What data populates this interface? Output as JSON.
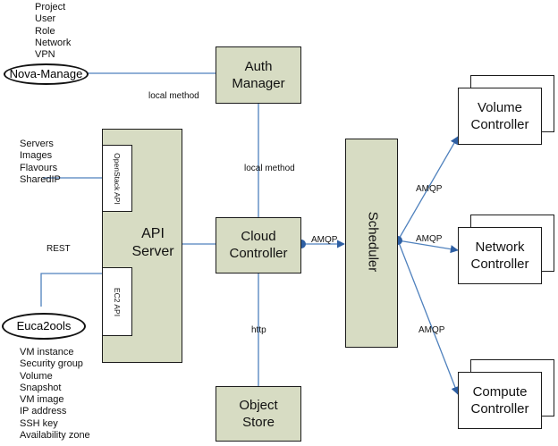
{
  "nodes": {
    "auth_manager": "Auth\nManager",
    "api_server": "API\nServer",
    "openstack_api": "OpenStack API",
    "ec2_api": "EC2 API",
    "cloud_controller": "Cloud\nController",
    "object_store": "Object\nStore",
    "scheduler": "Scheduler",
    "volume_controller": "Volume\nController",
    "network_controller": "Network\nController",
    "compute_controller": "Compute\nController",
    "nova_manage": "Nova-Manage",
    "euca2ools": "Euca2ools"
  },
  "lists": {
    "nova_manage_items": [
      "Project",
      "User",
      "Role",
      "Network",
      "VPN"
    ],
    "openstack_items": [
      "Servers",
      "Images",
      "Flavours",
      "SharedIP"
    ],
    "euca_items": [
      "VM instance",
      "Security group",
      "Volume",
      "Snapshot",
      "VM image",
      "IP address",
      "SSH key",
      "Availability zone"
    ]
  },
  "edge_labels": {
    "nova_to_auth": "local method",
    "auth_to_cloud": "local method",
    "rest": "REST",
    "cloud_to_scheduler": "AMQP",
    "cloud_to_store": "http",
    "sched_to_volume": "AMQP",
    "sched_to_network": "AMQP",
    "sched_to_compute": "AMQP"
  },
  "colors": {
    "box_fill": "#d7dcc3",
    "line": "#4f81bd",
    "arrow_dot": "#2e5fa3"
  }
}
